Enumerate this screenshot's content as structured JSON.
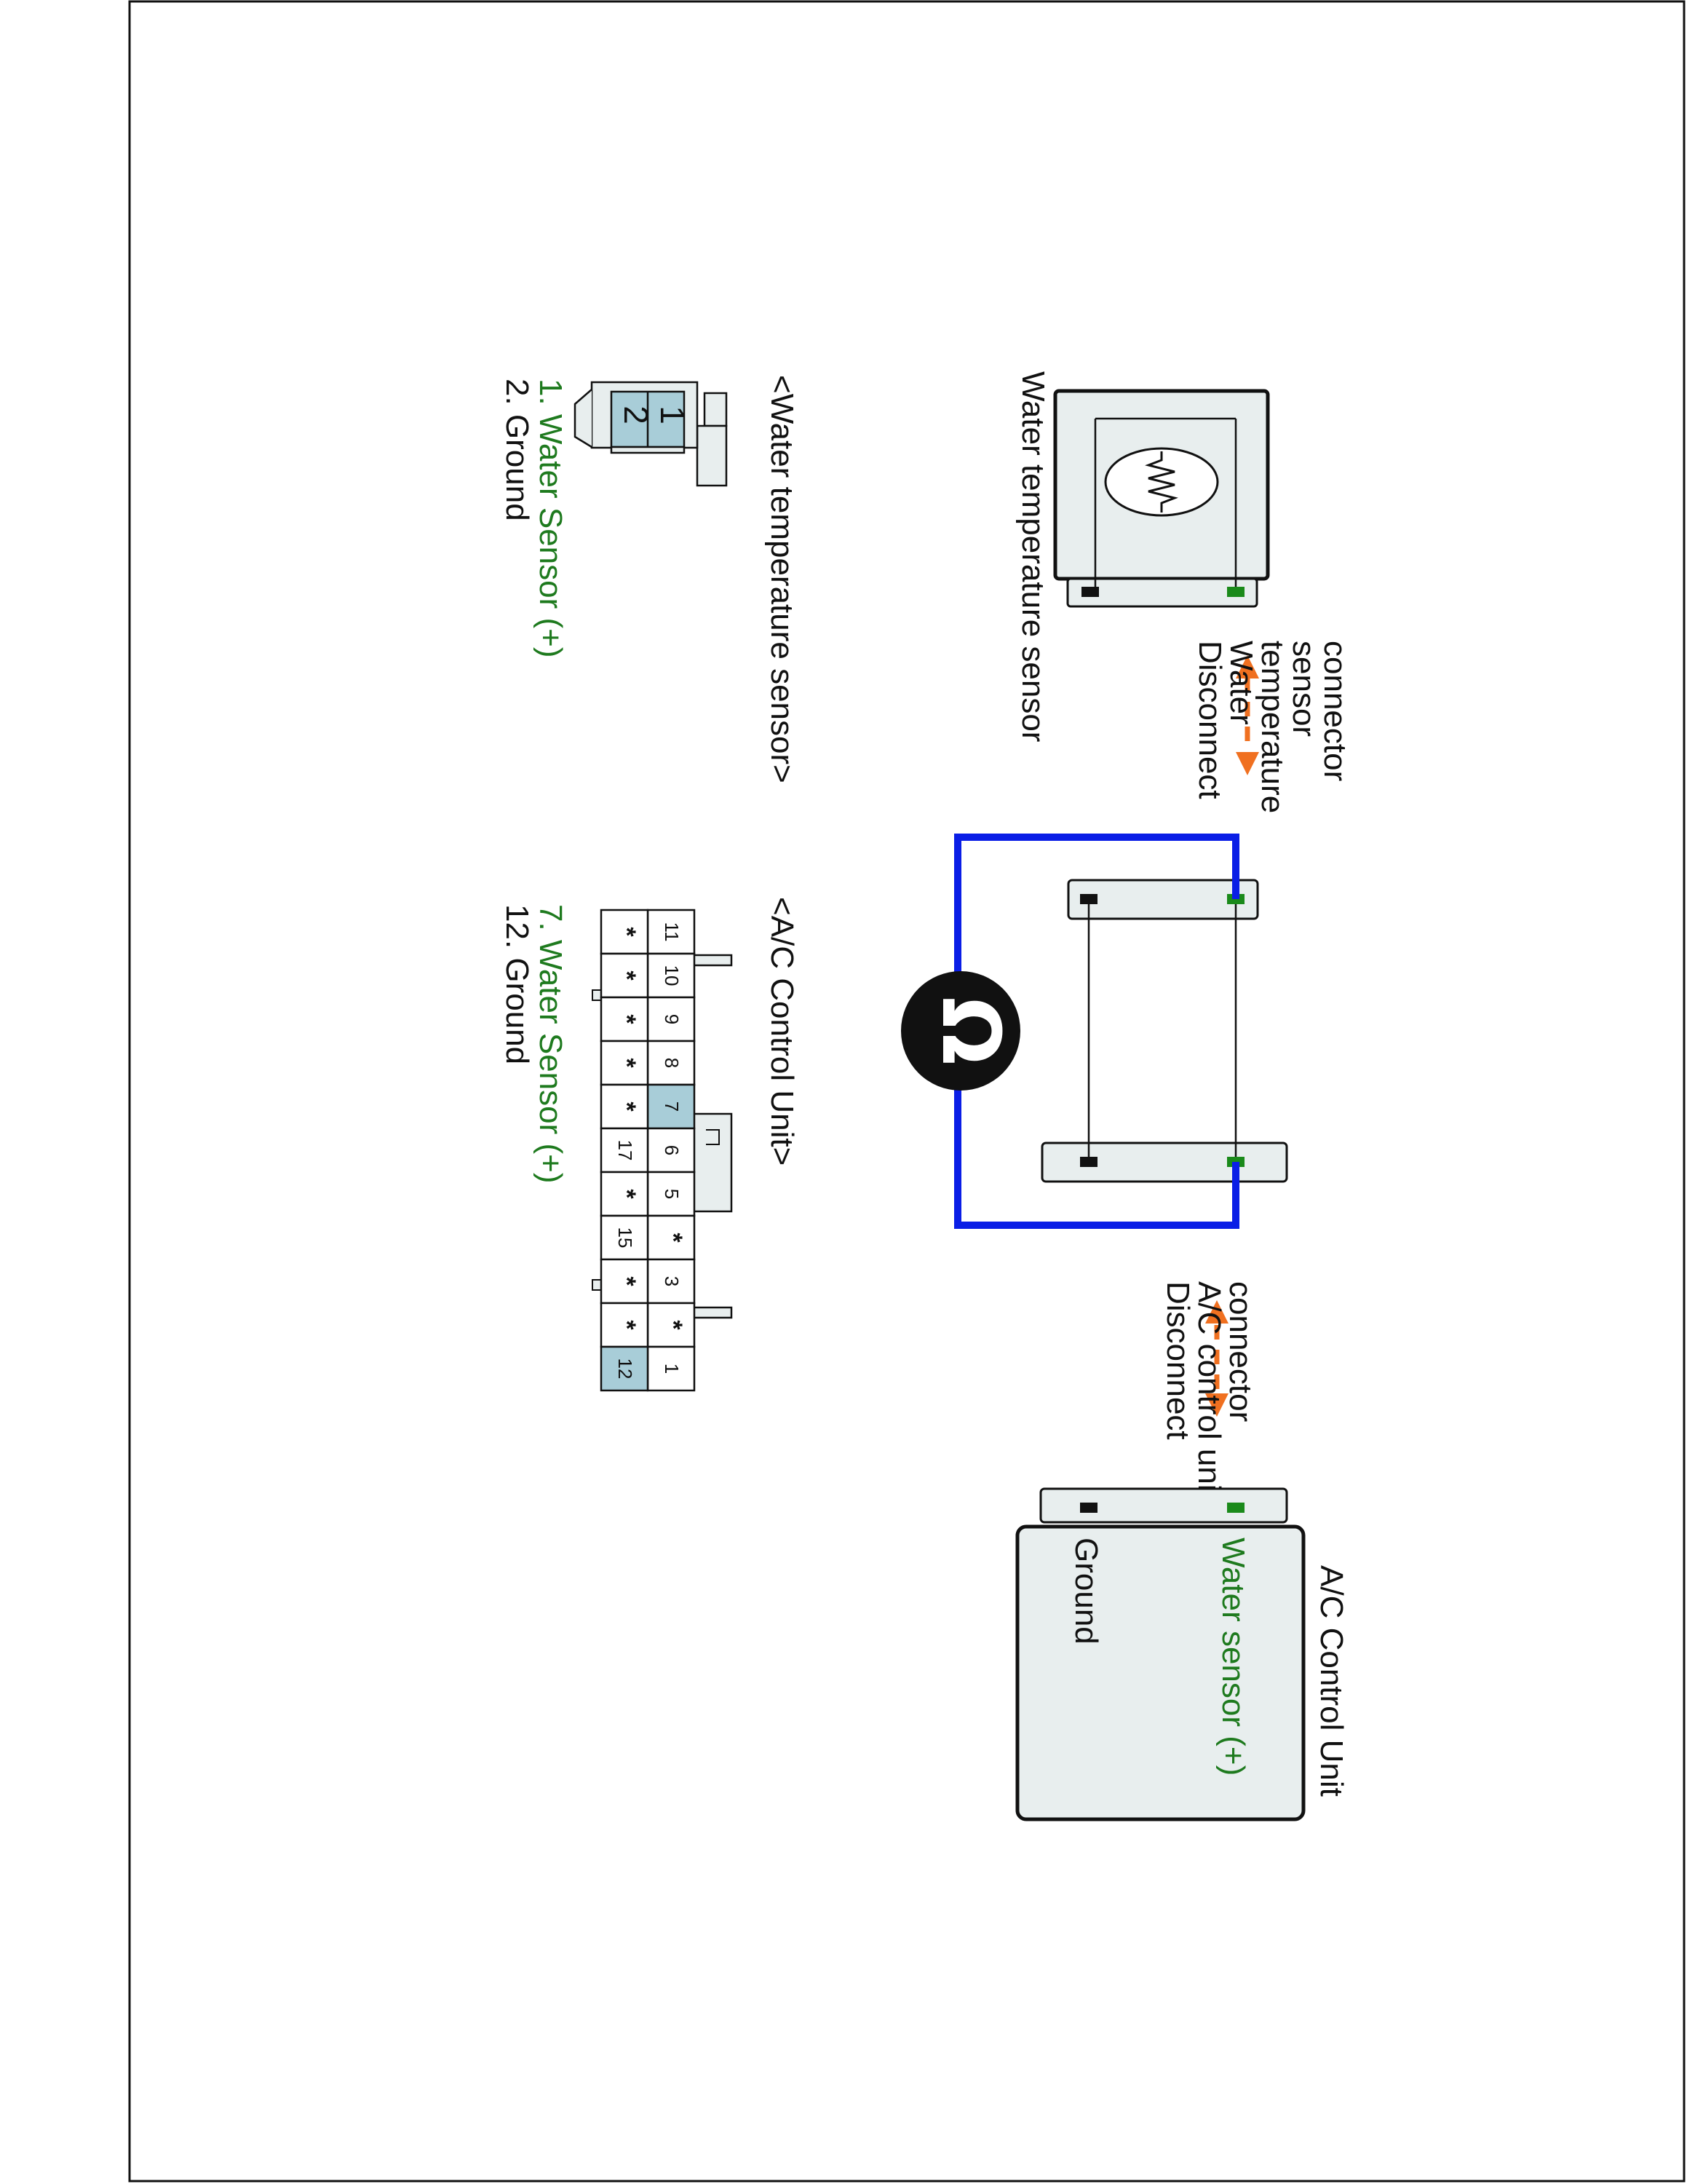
{
  "sensor": {
    "title": "Water temperature sensor",
    "disconnect": "Disconnect Water temperature sensor connector",
    "connector_title": "<Water temperature sensor>",
    "pins": [
      "1",
      "2"
    ],
    "legend": [
      "1. Water Sensor (+)",
      "2. Ground"
    ]
  },
  "control_unit": {
    "title": "A/C Control Unit",
    "water_sensor_label": "Water sensor (+)",
    "ground_label": "Ground",
    "disconnect": "Disconnect A/C control unit connector",
    "connector_title": "<A/C Control Unit>",
    "legend": [
      "7. Water Sensor (+)",
      "12. Ground"
    ],
    "pins_row1": [
      "11",
      "10",
      "9",
      "8",
      "7",
      "6",
      "5",
      "*",
      "3",
      "*",
      "1"
    ],
    "pins_row2": [
      "*",
      "*",
      "*",
      "*",
      "*",
      "17",
      "*",
      "15",
      "*",
      "*",
      "12"
    ],
    "highlighted_pins": [
      "7",
      "12"
    ]
  },
  "meter": {
    "symbol": "Ω"
  },
  "colors": {
    "wire_blue": "#0a1ee6",
    "arrow_orange": "#f07020",
    "terminal_green": "#1a8a1a",
    "terminal_black": "#111111",
    "label_green": "#1e7a1e",
    "pin_highlight": "#a8cdd8",
    "box_fill": "#e8eeee"
  }
}
